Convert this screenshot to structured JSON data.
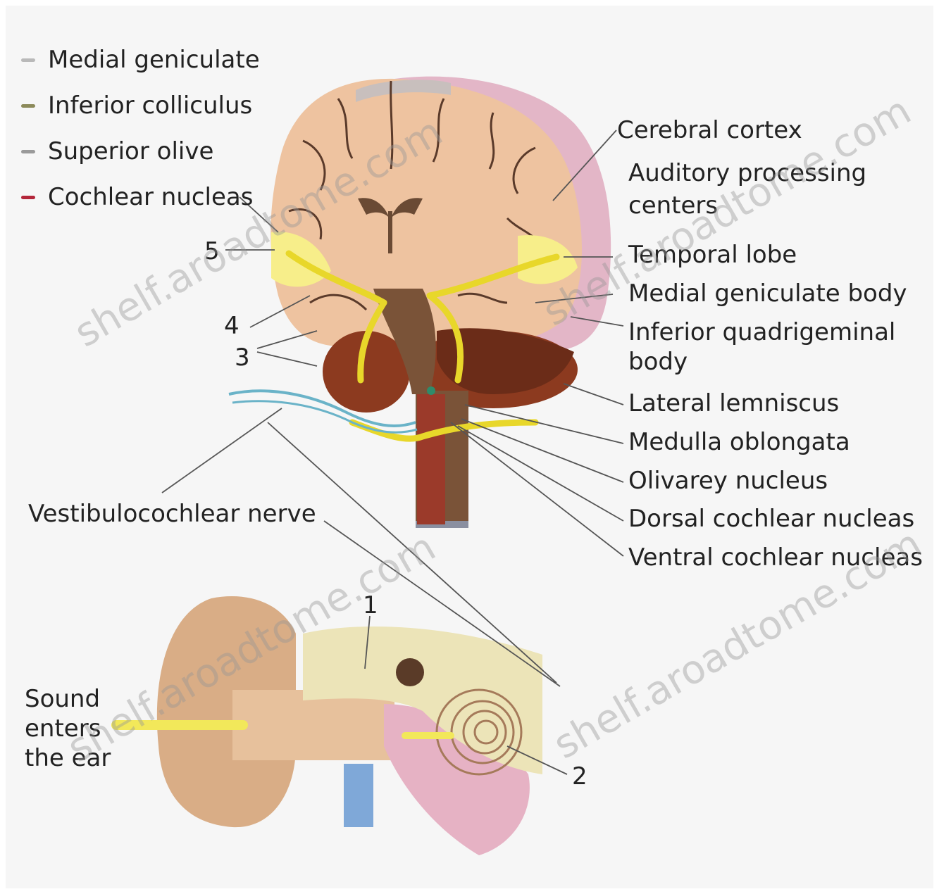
{
  "legend": [
    {
      "label": "Medial geniculate",
      "color": "#b9b9b9"
    },
    {
      "label": "Inferior colliculus",
      "color": "#8c8a5a"
    },
    {
      "label": "Superior olive",
      "color": "#9a9a9a"
    },
    {
      "label": "Cochlear nucleas",
      "color": "#b3263a"
    }
  ],
  "labels": {
    "cerebral_cortex": "Cerebral cortex",
    "auditory_processing_1": "Auditory processing",
    "auditory_processing_2": "centers",
    "temporal_lobe": "Temporal lobe",
    "medial_geniculate_body": "Medial geniculate body",
    "inferior_quadrigeminal_1": "Inferior quadrigeminal",
    "inferior_quadrigeminal_2": "body",
    "lateral_lemniscus": "Lateral lemniscus",
    "medulla_oblongata": "Medulla oblongata",
    "olivarey_nucleus": "Olivarey nucleus",
    "dorsal_cochlear_nucleas": "Dorsal cochlear nucleas",
    "ventral_cochlear_nucleas": "Ventral cochlear nucleas",
    "vestibulocochlear_nerve": "Vestibulocochlear nerve",
    "sound_1": "Sound",
    "sound_2": "enters",
    "sound_3": "the ear"
  },
  "numbers": {
    "n1": "1",
    "n2": "2",
    "n3": "3",
    "n4": "4",
    "n5": "5"
  },
  "watermark": "shelf.aroadtome.com"
}
